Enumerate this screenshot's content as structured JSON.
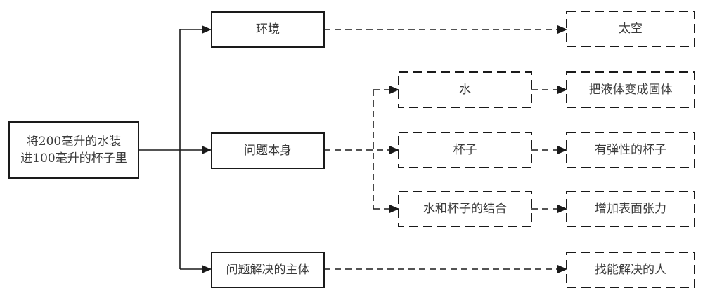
{
  "diagram": {
    "root": {
      "line1": "将200毫升的水装",
      "line2": "进100毫升的杯子里"
    },
    "level1": [
      {
        "label": "环境"
      },
      {
        "label": "问题本身"
      },
      {
        "label": "问题解决的主体"
      }
    ],
    "level2": [
      {
        "label": "水"
      },
      {
        "label": "杯子"
      },
      {
        "label": "水和杯子的结合"
      }
    ],
    "outcomes": [
      {
        "label": "太空"
      },
      {
        "label": "把液体变成固体"
      },
      {
        "label": "有弹性的杯子"
      },
      {
        "label": "增加表面张力"
      },
      {
        "label": "找能解决的人"
      }
    ],
    "colors": {
      "line": "#1a1a1a",
      "text": "#3a3a3a",
      "background": "#ffffff"
    }
  }
}
